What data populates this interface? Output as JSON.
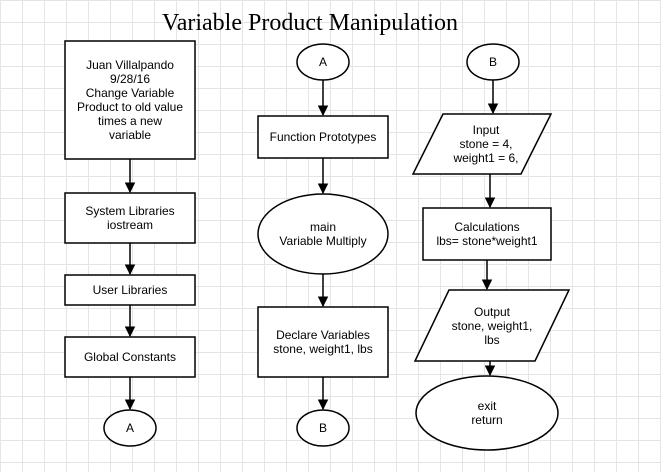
{
  "title": "Variable Product Manipulation",
  "col1": {
    "header": [
      "Juan Villalpando",
      "9/28/16",
      "Change Variable",
      "Product to old value",
      "times a new",
      "variable"
    ],
    "system_libraries": [
      "System Libraries",
      "iostream"
    ],
    "user_libraries": "User Libraries",
    "global_constants": "Global Constants",
    "connector_a": "A"
  },
  "col2": {
    "connector_a": "A",
    "function_prototypes": "Function Prototypes",
    "main": [
      "main",
      "Variable Multiply"
    ],
    "declare_variables": [
      "Declare Variables",
      "stone, weight1, lbs"
    ],
    "connector_b": "B"
  },
  "col3": {
    "connector_b": "B",
    "input": [
      "Input",
      "stone = 4,",
      "weight1 = 6,"
    ],
    "calculations": [
      "Calculations",
      "lbs= stone*weight1"
    ],
    "output": [
      "Output",
      "stone, weight1,",
      "lbs"
    ],
    "exit": [
      "exit",
      "return"
    ]
  }
}
